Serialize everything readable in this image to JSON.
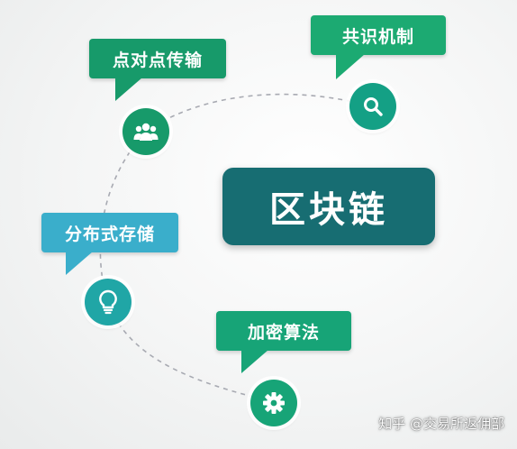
{
  "center": {
    "label": "区块链",
    "color": "#176d72"
  },
  "nodes": [
    {
      "label": "点对点传输",
      "icon": "users-icon",
      "callout_color": "#179a6a",
      "node_color": "#179a6a"
    },
    {
      "label": "共识机制",
      "icon": "search-icon",
      "callout_color": "#1caa72",
      "node_color": "#14a085"
    },
    {
      "label": "分布式存储",
      "icon": "lightbulb-icon",
      "callout_color": "#3aaecb",
      "node_color": "#20a6a6"
    },
    {
      "label": "加密算法",
      "icon": "gear-icon",
      "callout_color": "#17a477",
      "node_color": "#17a477"
    }
  ],
  "watermark": "知乎 @交易所返佣部",
  "connector_color": "#a8aab2"
}
